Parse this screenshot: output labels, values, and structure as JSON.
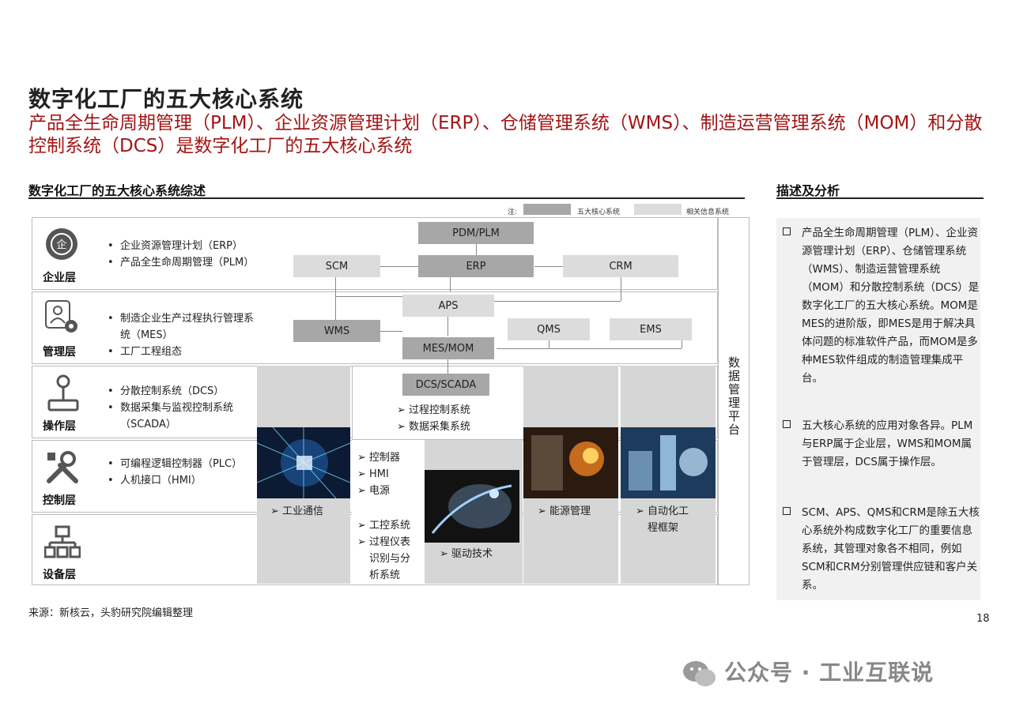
{
  "title": "数字化工厂的五大核心系统",
  "subtitle": "产品全生命周期管理（PLM）、企业资源管理计划（ERP）、仓储管理系统（WMS）、制造运营管理系统（MOM）和分散控制系统（DCS）是数字化工厂的五大核心系统",
  "left_section_title": "数字化工厂的五大核心系统综述",
  "right_section_title": "描述及分析",
  "legend": {
    "note": "注:",
    "core": "五大核心系统",
    "related": "相关信息系统"
  },
  "layers": [
    {
      "name": "企业层",
      "icon": "enterprise-icon",
      "items": [
        "企业资源管理计划（ERP）",
        "产品全生命周期管理（PLM）"
      ]
    },
    {
      "name": "管理层",
      "icon": "management-icon",
      "items": [
        "制造企业生产过程执行管理系统（MES）",
        "工厂工程组态"
      ]
    },
    {
      "name": "操作层",
      "icon": "joystick-icon",
      "items": [
        "分散控制系统（DCS）",
        "数据采集与监视控制系统（SCADA）"
      ]
    },
    {
      "name": "控制层",
      "icon": "tools-icon",
      "items": [
        "可编程逻辑控制器（PLC）",
        "人机接口（HMI）"
      ]
    },
    {
      "name": "设备层",
      "icon": "network-icon",
      "items": []
    }
  ],
  "boxes": {
    "pdm": "PDM/PLM",
    "scm": "SCM",
    "erp": "ERP",
    "crm": "CRM",
    "aps": "APS",
    "wms": "WMS",
    "qms": "QMS",
    "ems": "EMS",
    "mes": "MES/MOM",
    "dcs": "DCS/SCADA"
  },
  "dcs_items": [
    "过程控制系统",
    "数据采集系统"
  ],
  "columns": {
    "industrial_comm": "工业通信",
    "control_items": [
      "控制器",
      "HMI",
      "电源"
    ],
    "device_items": [
      "工控系统",
      "过程仪表识别与分析系统"
    ],
    "drive_tech": "驱动技术",
    "energy_mgmt": "能源管理",
    "automation": "自动化工程框架"
  },
  "side_platform": "数据管理平台",
  "analysis": [
    "产品全生命周期管理（PLM）、企业资源管理计划（ERP）、仓储管理系统（WMS）、制造运营管理系统（MOM）和分散控制系统（DCS）是数字化工厂的五大核心系统。MOM是MES的进阶版，即MES是用于解决具体问题的标准软件产品，而MOM是多种MES软件组成的制造管理集成平台。",
    "五大核心系统的应用对象各异。PLM与ERP属于企业层，WMS和MOM属于管理层，DCS属于操作层。",
    "SCM、APS、QMS和CRM是除五大核心系统外构成数字化工厂的重要信息系统，其管理对象各不相同，例如SCM和CRM分别管理供应链和客户关系。"
  ],
  "source": "来源：新核云，头豹研究院编辑整理",
  "page_number": "18",
  "watermark": "公众号 · 工业互联说",
  "colors": {
    "accent_red": "#a31515",
    "core_grey": "#a7a7a7",
    "related_grey": "#dcdcdc"
  }
}
